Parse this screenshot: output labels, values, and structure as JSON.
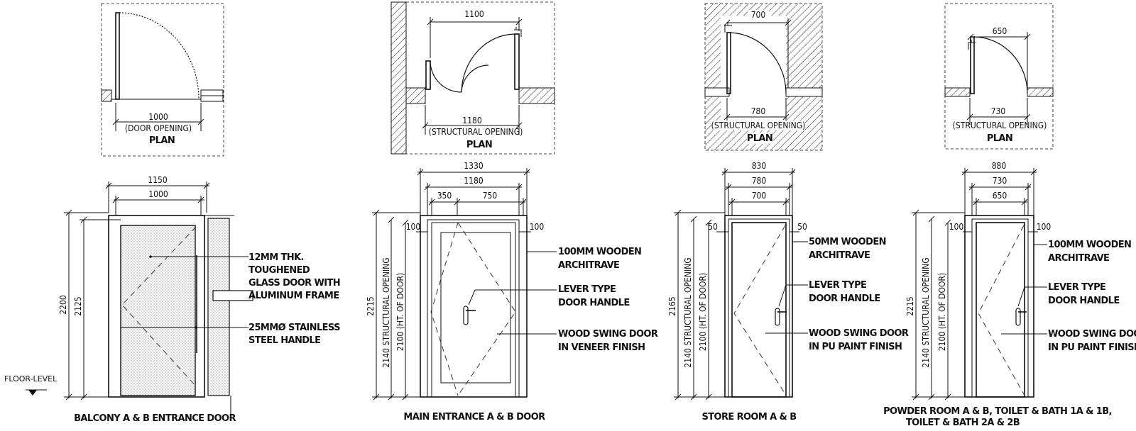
{
  "plans": {
    "balcony": {
      "title": "PLAN",
      "width": "1000",
      "width_caption": "(DOOR OPENING)"
    },
    "main": {
      "title": "PLAN",
      "top_width": "1100",
      "width": "1180",
      "width_caption": "(STRUCTURAL OPENING)"
    },
    "store": {
      "title": "PLAN",
      "top_width": "700",
      "width": "780",
      "width_caption": "(STRUCTURAL OPENING)"
    },
    "powder": {
      "title": "PLAN",
      "top_width": "650",
      "width": "730",
      "width_caption": "(STRUCTURAL OPENING)"
    }
  },
  "elevations": {
    "balcony": {
      "title": "BALCONY A & B ENTRANCE DOOR",
      "dims_top": [
        "1150",
        "1000"
      ],
      "dims_left": [
        "2200",
        "2125"
      ],
      "notes": [
        [
          "12MM THK.",
          "TOUGHENED",
          "GLASS DOOR WITH",
          "ALUMINUM FRAME"
        ],
        [
          "25MMØ    STAINLESS",
          "STEEL HANDLE"
        ]
      ],
      "floor_level": "FLOOR-LEVEL"
    },
    "main": {
      "title": "MAIN ENTRANCE A & B DOOR",
      "dims_top": [
        "1330",
        "1180",
        "350",
        "750"
      ],
      "side_dims": [
        "100",
        "100"
      ],
      "dims_left": [
        "2215",
        "2140  STRUCTURAL  OPENING",
        "2100  (HT. OF DOOR)"
      ],
      "notes": [
        [
          "100MM WOODEN",
          "ARCHITRAVE"
        ],
        [
          "LEVER TYPE",
          "DOOR HANDLE"
        ],
        [
          "WOOD SWING DOOR",
          "IN VENEER FINISH"
        ]
      ]
    },
    "store": {
      "title": "STORE ROOM A & B",
      "dims_top": [
        "830",
        "780",
        "700"
      ],
      "side_dims": [
        "50",
        "50"
      ],
      "dims_left": [
        "2165",
        "2140  STRUCTURAL  OPENING",
        "2100  (HT. OF DOOR)"
      ],
      "notes": [
        [
          "50MM WOODEN",
          "ARCHITRAVE"
        ],
        [
          "LEVER TYPE",
          "DOOR HANDLE"
        ],
        [
          "WOOD SWING DOOR",
          "IN PU PAINT FINISH"
        ]
      ]
    },
    "powder": {
      "title_lines": [
        "POWDER ROOM A & B, TOILET & BATH 1A & 1B,",
        "TOILET & BATH 2A & 2B"
      ],
      "dims_top": [
        "880",
        "730",
        "650"
      ],
      "side_dims": [
        "100",
        "100"
      ],
      "dims_left": [
        "2215",
        "2140  STRUCTURAL  OPENING",
        "2100  (HT. OF DOOR)"
      ],
      "notes": [
        [
          "100MM WOODEN",
          "ARCHITRAVE"
        ],
        [
          "LEVER TYPE",
          "DOOR HANDLE"
        ],
        [
          "WOOD SWING DOOR",
          "IN PU PAINT FINISH"
        ]
      ]
    }
  }
}
